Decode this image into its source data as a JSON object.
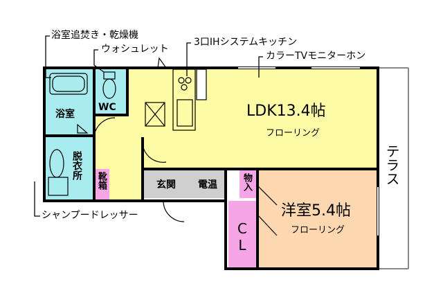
{
  "callouts": {
    "bath_dryer": "浴室追焚き・乾燥機",
    "washlet": "ウォシュレット",
    "ih_kitchen": "3口IHシステムキッチン",
    "tv_intercom": "カラーTVモニターホン",
    "shampoo_dresser": "シャンプードレッサー"
  },
  "rooms": {
    "bath": "浴室",
    "wc": "WC",
    "dressing": "脱衣所",
    "shoe_box": "靴箱",
    "entrance": "玄関",
    "water_heater": "電温",
    "storage": "物入",
    "closet": "CL",
    "ldk": {
      "name": "LDK13.4帖",
      "floor": "フローリング"
    },
    "western": {
      "name": "洋室5.4帖",
      "floor": "フローリング"
    },
    "terrace": "テラス"
  },
  "colors": {
    "ldk": "#fdfba6",
    "western": "#fcd7b0",
    "water": "#a8ecf0",
    "storage": "#f6a6e6",
    "genkan": "#cfcfcf",
    "wall": "#000000",
    "terrace_line": "#606060"
  }
}
